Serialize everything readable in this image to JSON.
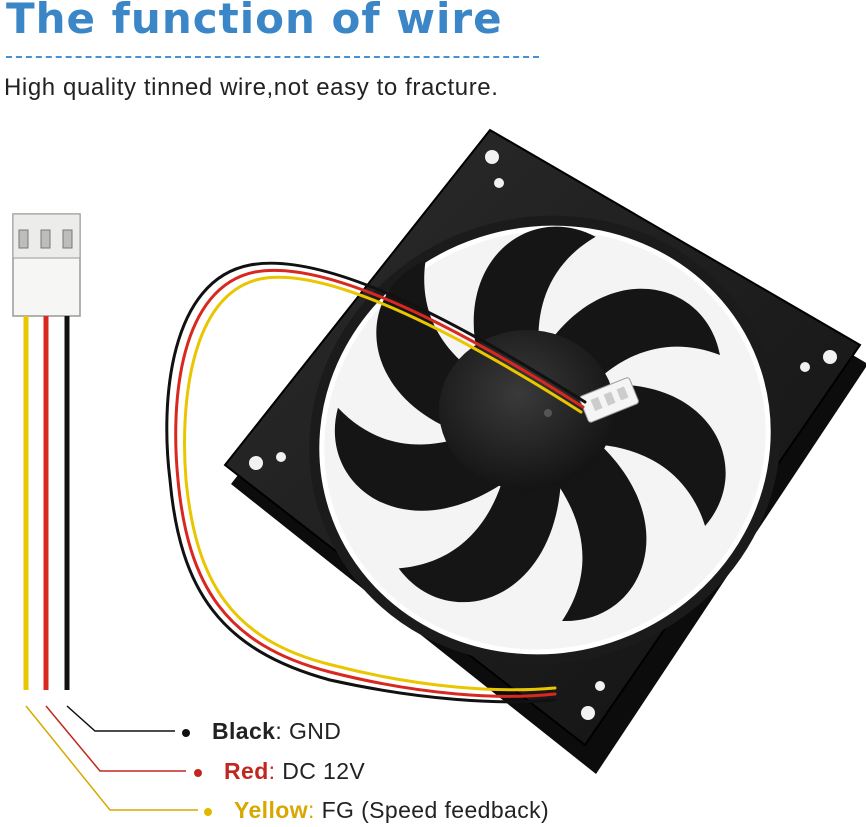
{
  "title": "The function of wire",
  "subtitle": "High quality tinned wire,not easy to fracture.",
  "colors": {
    "title": "#3a86c6",
    "black_wire": "#111111",
    "red_wire": "#d8281f",
    "yellow_wire": "#e9c600"
  },
  "legend": [
    {
      "name": "Black",
      "sep": ":",
      "desc": " GND",
      "color": "#111111"
    },
    {
      "name": "Red",
      "sep": ":",
      "desc": " DC 12V",
      "color": "#c0281f"
    },
    {
      "name": "Yellow",
      "sep": ":",
      "desc": " FG (Speed feedback)",
      "color": "#d8a800"
    }
  ],
  "image": {
    "subject": "black 12V computer cooling fan with 3-pin connector",
    "connector_pins": 3,
    "blade_count": 7
  }
}
